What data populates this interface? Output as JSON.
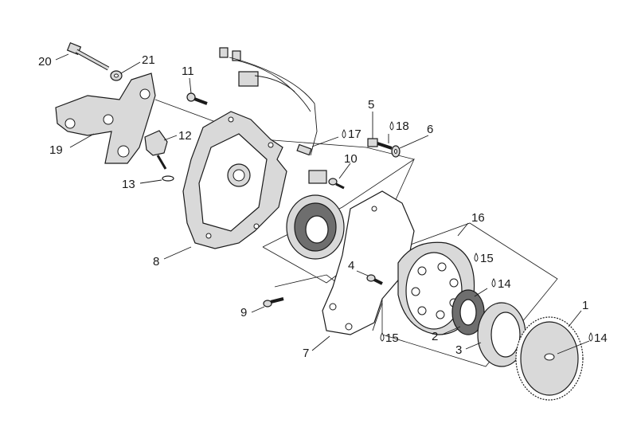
{
  "callouts": [
    {
      "id": "c20",
      "label": "20"
    },
    {
      "id": "c21",
      "label": "21"
    },
    {
      "id": "c19",
      "label": "19"
    },
    {
      "id": "c11",
      "label": "11"
    },
    {
      "id": "c12",
      "label": "12"
    },
    {
      "id": "c13",
      "label": "13"
    },
    {
      "id": "c8",
      "label": "8"
    },
    {
      "id": "c5",
      "label": "5"
    },
    {
      "id": "c18",
      "label": "18"
    },
    {
      "id": "c6",
      "label": "6"
    },
    {
      "id": "c17",
      "label": "17"
    },
    {
      "id": "c10",
      "label": "10"
    },
    {
      "id": "c16",
      "label": "16"
    },
    {
      "id": "c15a",
      "label": "15"
    },
    {
      "id": "c4",
      "label": "4"
    },
    {
      "id": "c14a",
      "label": "14"
    },
    {
      "id": "c9",
      "label": "9"
    },
    {
      "id": "c1",
      "label": "1"
    },
    {
      "id": "c14b",
      "label": "14"
    },
    {
      "id": "c2",
      "label": "2"
    },
    {
      "id": "c3",
      "label": "3"
    },
    {
      "id": "c7",
      "label": "7"
    },
    {
      "id": "c15b",
      "label": "15"
    }
  ]
}
